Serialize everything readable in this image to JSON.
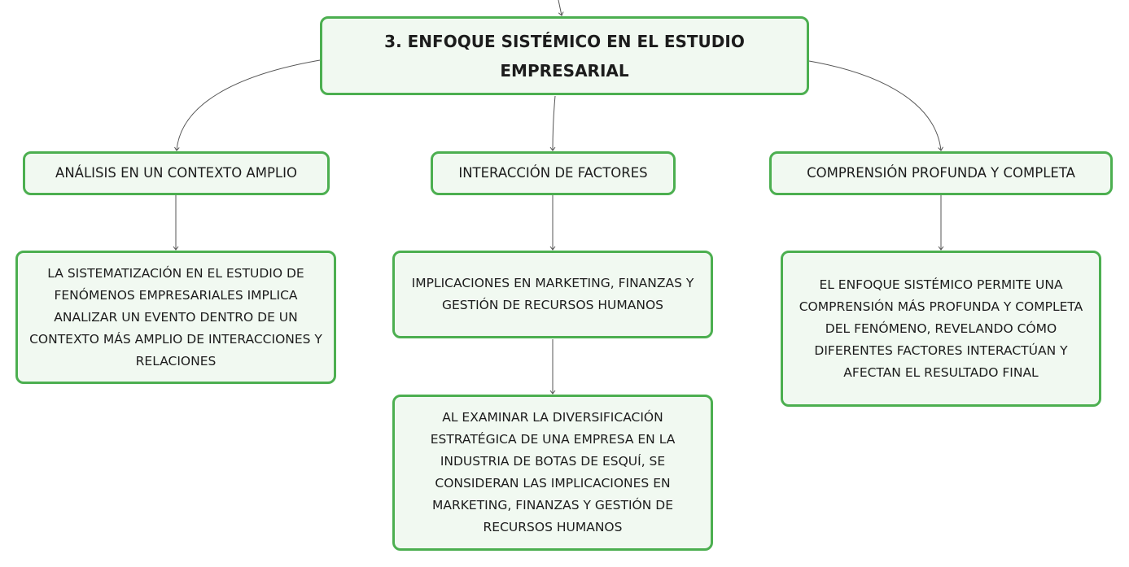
{
  "diagram": {
    "root": {
      "label": "3. ENFOQUE SISTÉMICO EN EL ESTUDIO EMPRESARIAL"
    },
    "branches": [
      {
        "label": "ANÁLISIS EN UN CONTEXTO AMPLIO"
      },
      {
        "label": "INTERACCIÓN DE FACTORES"
      },
      {
        "label": "COMPRENSIÓN PROFUNDA Y COMPLETA"
      }
    ],
    "details": [
      {
        "label": "LA SISTEMATIZACIÓN EN EL ESTUDIO DE FENÓMENOS EMPRESARIALES IMPLICA ANALIZAR UN EVENTO DENTRO DE UN CONTEXTO MÁS AMPLIO DE INTERACCIONES Y RELACIONES"
      },
      {
        "label": "IMPLICACIONES EN MARKETING, FINANZAS Y GESTIÓN DE RECURSOS HUMANOS"
      },
      {
        "label": "AL EXAMINAR LA DIVERSIFICACIÓN ESTRATÉGICA DE UNA EMPRESA EN LA INDUSTRIA DE BOTAS DE ESQUÍ, SE CONSIDERAN LAS IMPLICACIONES EN MARKETING, FINANZAS Y GESTIÓN DE RECURSOS HUMANOS"
      },
      {
        "label": "EL ENFOQUE SISTÉMICO PERMITE UNA COMPRENSIÓN MÁS PROFUNDA Y COMPLETA DEL FENÓMENO, REVELANDO CÓMO DIFERENTES FACTORES INTERACTÚAN Y AFECTAN EL RESULTADO FINAL"
      }
    ],
    "colors": {
      "node_border": "#4caf50",
      "node_fill": "#f1f9f1",
      "connector": "#555555",
      "text": "#1c1c1c"
    }
  }
}
